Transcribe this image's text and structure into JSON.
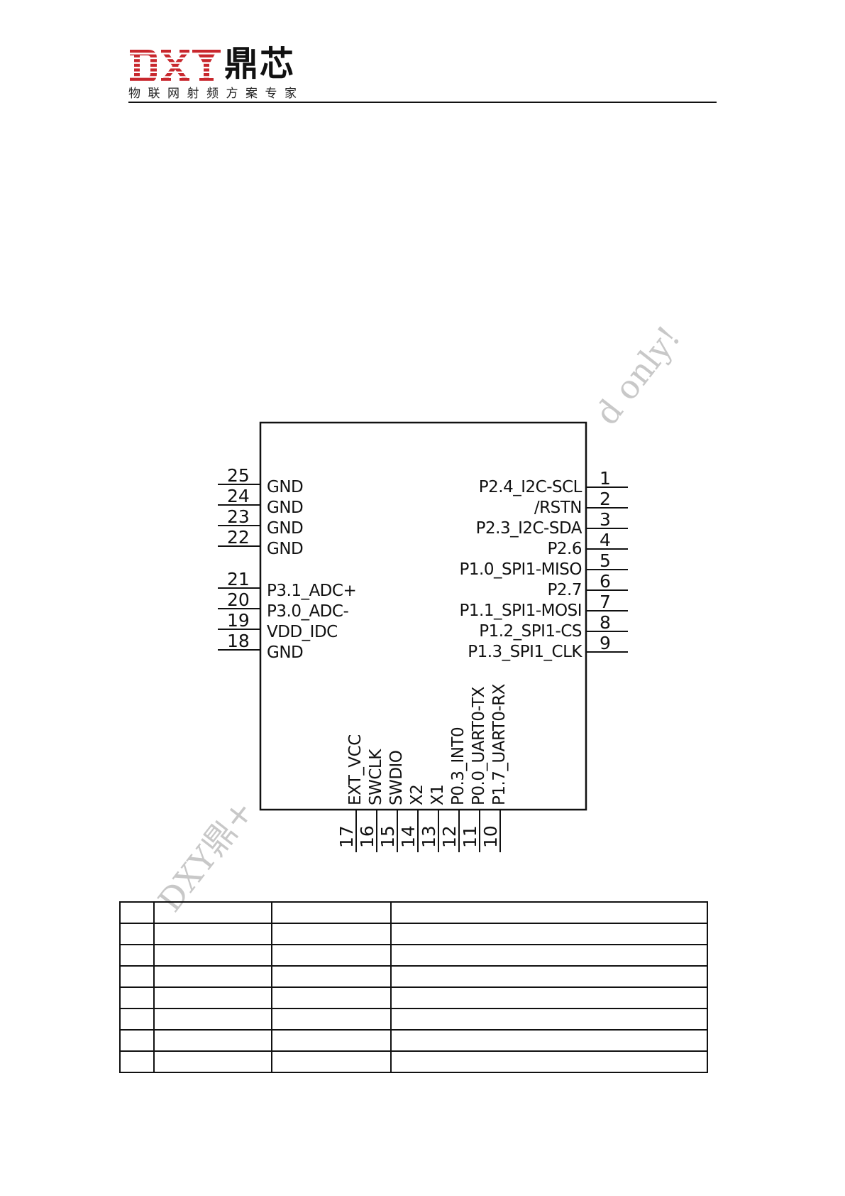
{
  "header": {
    "logo_brand": "DXY",
    "logo_brand_color": "#c8272d",
    "logo_chinese": "鼎芯",
    "tagline": "物联网射频方案专家"
  },
  "watermark": {
    "text_right": "d only!",
    "text_left": "DXY鼎+",
    "color": "#c8c8c8"
  },
  "pinout": {
    "left_pins": [
      {
        "num": "25",
        "label": "GND"
      },
      {
        "num": "24",
        "label": "GND"
      },
      {
        "num": "23",
        "label": "GND"
      },
      {
        "num": "22",
        "label": "GND"
      },
      {
        "num": "21",
        "label": "P3.1_ADC+"
      },
      {
        "num": "20",
        "label": "P3.0_ADC-"
      },
      {
        "num": "19",
        "label": "VDD_IDC"
      },
      {
        "num": "18",
        "label": "GND"
      }
    ],
    "right_pins": [
      {
        "num": "1",
        "label": "P2.4_I2C-SCL"
      },
      {
        "num": "2",
        "label": "/RSTN"
      },
      {
        "num": "3",
        "label": "P2.3_I2C-SDA"
      },
      {
        "num": "4",
        "label": "P2.6"
      },
      {
        "num": "5",
        "label": "P1.0_SPI1-MISO"
      },
      {
        "num": "6",
        "label": "P2.7"
      },
      {
        "num": "7",
        "label": "P1.1_SPI1-MOSI"
      },
      {
        "num": "8",
        "label": "P1.2_SPI1-CS"
      },
      {
        "num": "9",
        "label": "P1.3_SPI1_CLK"
      }
    ],
    "bottom_pins": [
      {
        "num": "17",
        "label": "EXT_VCC"
      },
      {
        "num": "16",
        "label": "SWCLK"
      },
      {
        "num": "15",
        "label": "SWDIO"
      },
      {
        "num": "14",
        "label": "X2"
      },
      {
        "num": "13",
        "label": "X1"
      },
      {
        "num": "12",
        "label": "P0.3_INT0"
      },
      {
        "num": "11",
        "label": "P0.0_UART0-TX"
      },
      {
        "num": "10",
        "label": "P1.7_UART0-RX"
      }
    ]
  },
  "table": {
    "columns": 4,
    "rows": [
      [
        "",
        "",
        "",
        ""
      ],
      [
        "",
        "",
        "",
        ""
      ],
      [
        "",
        "",
        "",
        ""
      ],
      [
        "",
        "",
        "",
        ""
      ],
      [
        "",
        "",
        "",
        ""
      ],
      [
        "",
        "",
        "",
        ""
      ],
      [
        "",
        "",
        "",
        ""
      ],
      [
        "",
        "",
        "",
        ""
      ]
    ]
  }
}
